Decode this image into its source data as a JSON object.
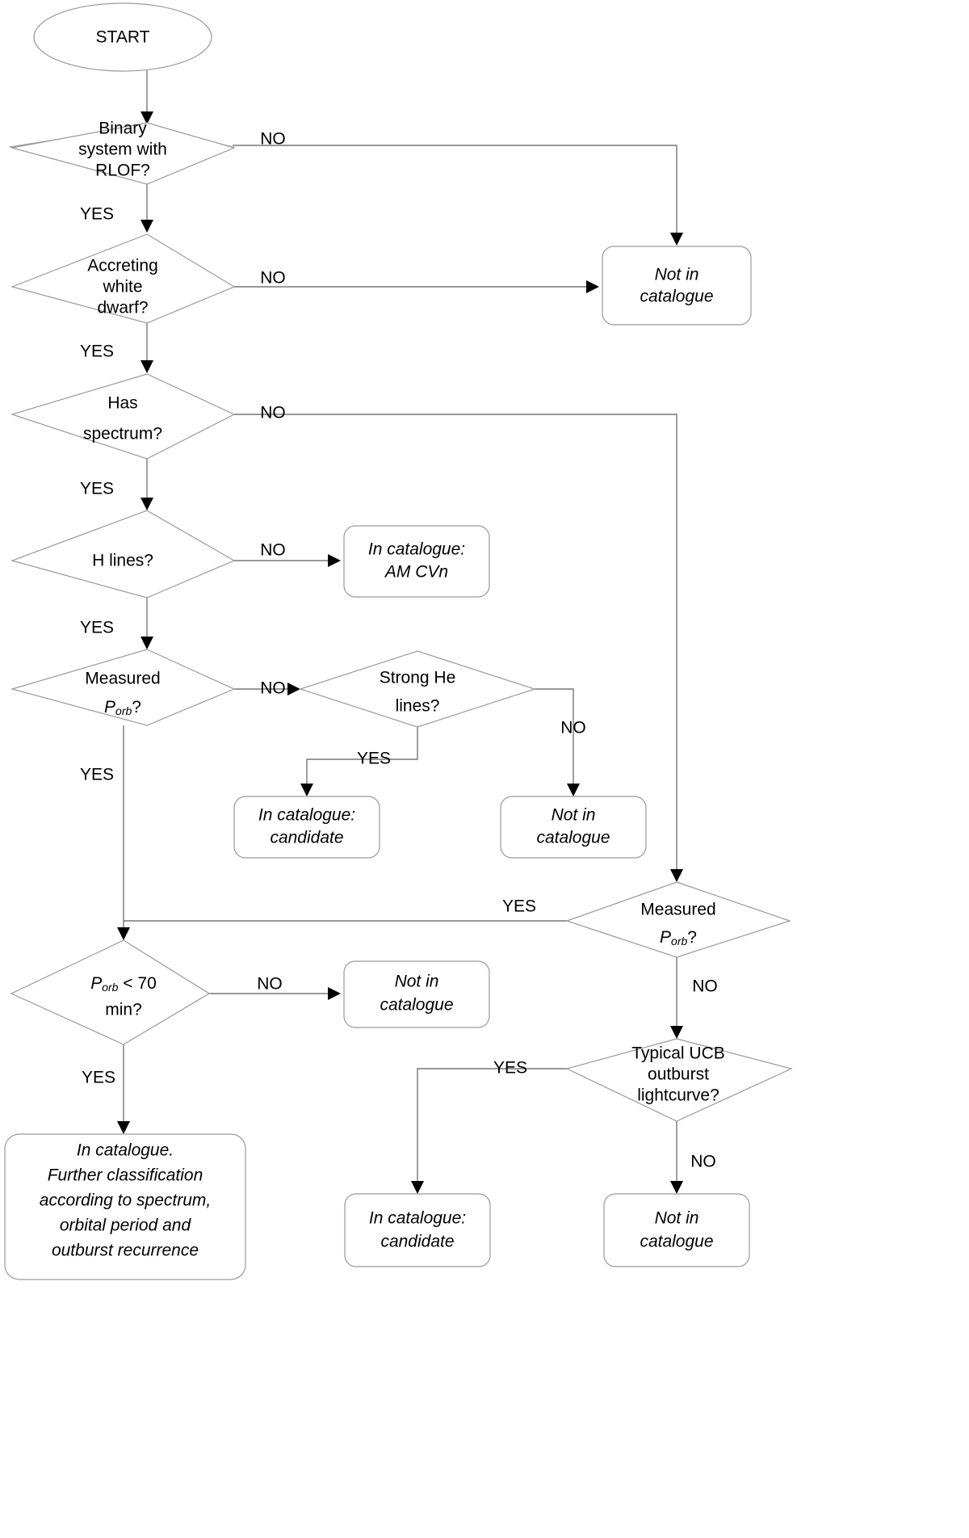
{
  "diagram": {
    "title": "Ultracompact binary catalogue classification flowchart",
    "colors": {
      "shape_stroke": "#9a9a9a",
      "edge_stroke": "#767676",
      "text": "#000000",
      "background": "#ffffff"
    },
    "nodes": [
      {
        "id": "start",
        "type": "terminator-ellipse",
        "lines": [
          "START"
        ],
        "italic": false
      },
      {
        "id": "binary-rlof",
        "type": "decision-diamond",
        "lines": [
          "Binary",
          "system with",
          "RLOF?"
        ],
        "italic": false
      },
      {
        "id": "accreting-wd",
        "type": "decision-diamond",
        "lines": [
          "Accreting",
          "white",
          "dwarf?"
        ],
        "italic": false
      },
      {
        "id": "has-spectrum",
        "type": "decision-diamond",
        "lines": [
          "Has",
          "spectrum?"
        ],
        "italic": false
      },
      {
        "id": "h-lines",
        "type": "decision-diamond",
        "lines": [
          "H lines?"
        ],
        "italic": false
      },
      {
        "id": "measured-porb-left",
        "type": "decision-diamond",
        "lines": [
          "Measured",
          "P_orb?"
        ],
        "italic": false
      },
      {
        "id": "strong-he-lines",
        "type": "decision-diamond",
        "lines": [
          "Strong He",
          "lines?"
        ],
        "italic": false
      },
      {
        "id": "measured-porb-right",
        "type": "decision-diamond",
        "lines": [
          "Measured",
          "P_orb?"
        ],
        "italic": false
      },
      {
        "id": "porb-lt-70",
        "type": "decision-diamond",
        "lines": [
          "P_orb < 70",
          "min?"
        ],
        "italic": false
      },
      {
        "id": "typical-ucb",
        "type": "decision-diamond",
        "lines": [
          "Typical UCB",
          "outburst",
          "lightcurve?"
        ],
        "italic": false
      },
      {
        "id": "not-in-catalogue-1",
        "type": "terminal-rounded-box",
        "lines": [
          "Not in",
          "catalogue"
        ],
        "italic": true
      },
      {
        "id": "in-catalogue-amcvn",
        "type": "terminal-rounded-box",
        "lines": [
          "In catalogue:",
          "AM CVn"
        ],
        "italic": true
      },
      {
        "id": "in-catalogue-candidate-1",
        "type": "terminal-rounded-box",
        "lines": [
          "In catalogue:",
          "candidate"
        ],
        "italic": true
      },
      {
        "id": "not-in-catalogue-2",
        "type": "terminal-rounded-box",
        "lines": [
          "Not in",
          "catalogue"
        ],
        "italic": true
      },
      {
        "id": "not-in-catalogue-3",
        "type": "terminal-rounded-box",
        "lines": [
          "Not in",
          "catalogue"
        ],
        "italic": true
      },
      {
        "id": "in-catalogue-full",
        "type": "terminal-rounded-box",
        "lines": [
          "In catalogue.",
          "Further classification",
          "according to spectrum,",
          "orbital period and",
          "outburst recurrence"
        ],
        "italic": true
      },
      {
        "id": "in-catalogue-candidate-2",
        "type": "terminal-rounded-box",
        "lines": [
          "In catalogue:",
          "candidate"
        ],
        "italic": true
      },
      {
        "id": "not-in-catalogue-4",
        "type": "terminal-rounded-box",
        "lines": [
          "Not in",
          "catalogue"
        ],
        "italic": true
      }
    ],
    "edge_labels": {
      "binary_rlof_no": "NO",
      "binary_rlof_yes": "YES",
      "accreting_wd_no": "NO",
      "accreting_wd_yes": "YES",
      "has_spectrum_no": "NO",
      "has_spectrum_yes": "YES",
      "h_lines_no": "NO",
      "h_lines_yes": "YES",
      "measured_porb_left_no": "NO",
      "measured_porb_left_yes": "YES",
      "strong_he_yes": "YES",
      "strong_he_no": "NO",
      "measured_porb_right_yes": "YES",
      "measured_porb_right_no": "NO",
      "porb_lt_70_no": "NO",
      "porb_lt_70_yes": "YES",
      "typical_ucb_yes": "YES",
      "typical_ucb_no": "NO"
    },
    "text": {
      "start": "START",
      "binary_l1": "Binary",
      "binary_l2": "system with",
      "binary_l3": "RLOF?",
      "accreting_l1": "Accreting",
      "accreting_l2": "white",
      "accreting_l3": "dwarf?",
      "spectrum_l1": "Has",
      "spectrum_l2": "spectrum?",
      "hlines_l1": "H lines?",
      "measured_l1": "Measured",
      "strong_he_l1": "Strong He",
      "strong_he_l2": "lines?",
      "porb_lt_70_l2": "min?",
      "ucb_l1": "Typical UCB",
      "ucb_l2": "outburst",
      "ucb_l3": "lightcurve?",
      "not_in_l1": "Not in",
      "not_in_l2": "catalogue",
      "in_cat_colon": "In catalogue:",
      "amcvn": "AM CVn",
      "candidate": "candidate",
      "full_l1": "In catalogue.",
      "full_l2": "Further classification",
      "full_l3": "according to spectrum,",
      "full_l4": "orbital period and",
      "full_l5": "outburst recurrence"
    }
  }
}
